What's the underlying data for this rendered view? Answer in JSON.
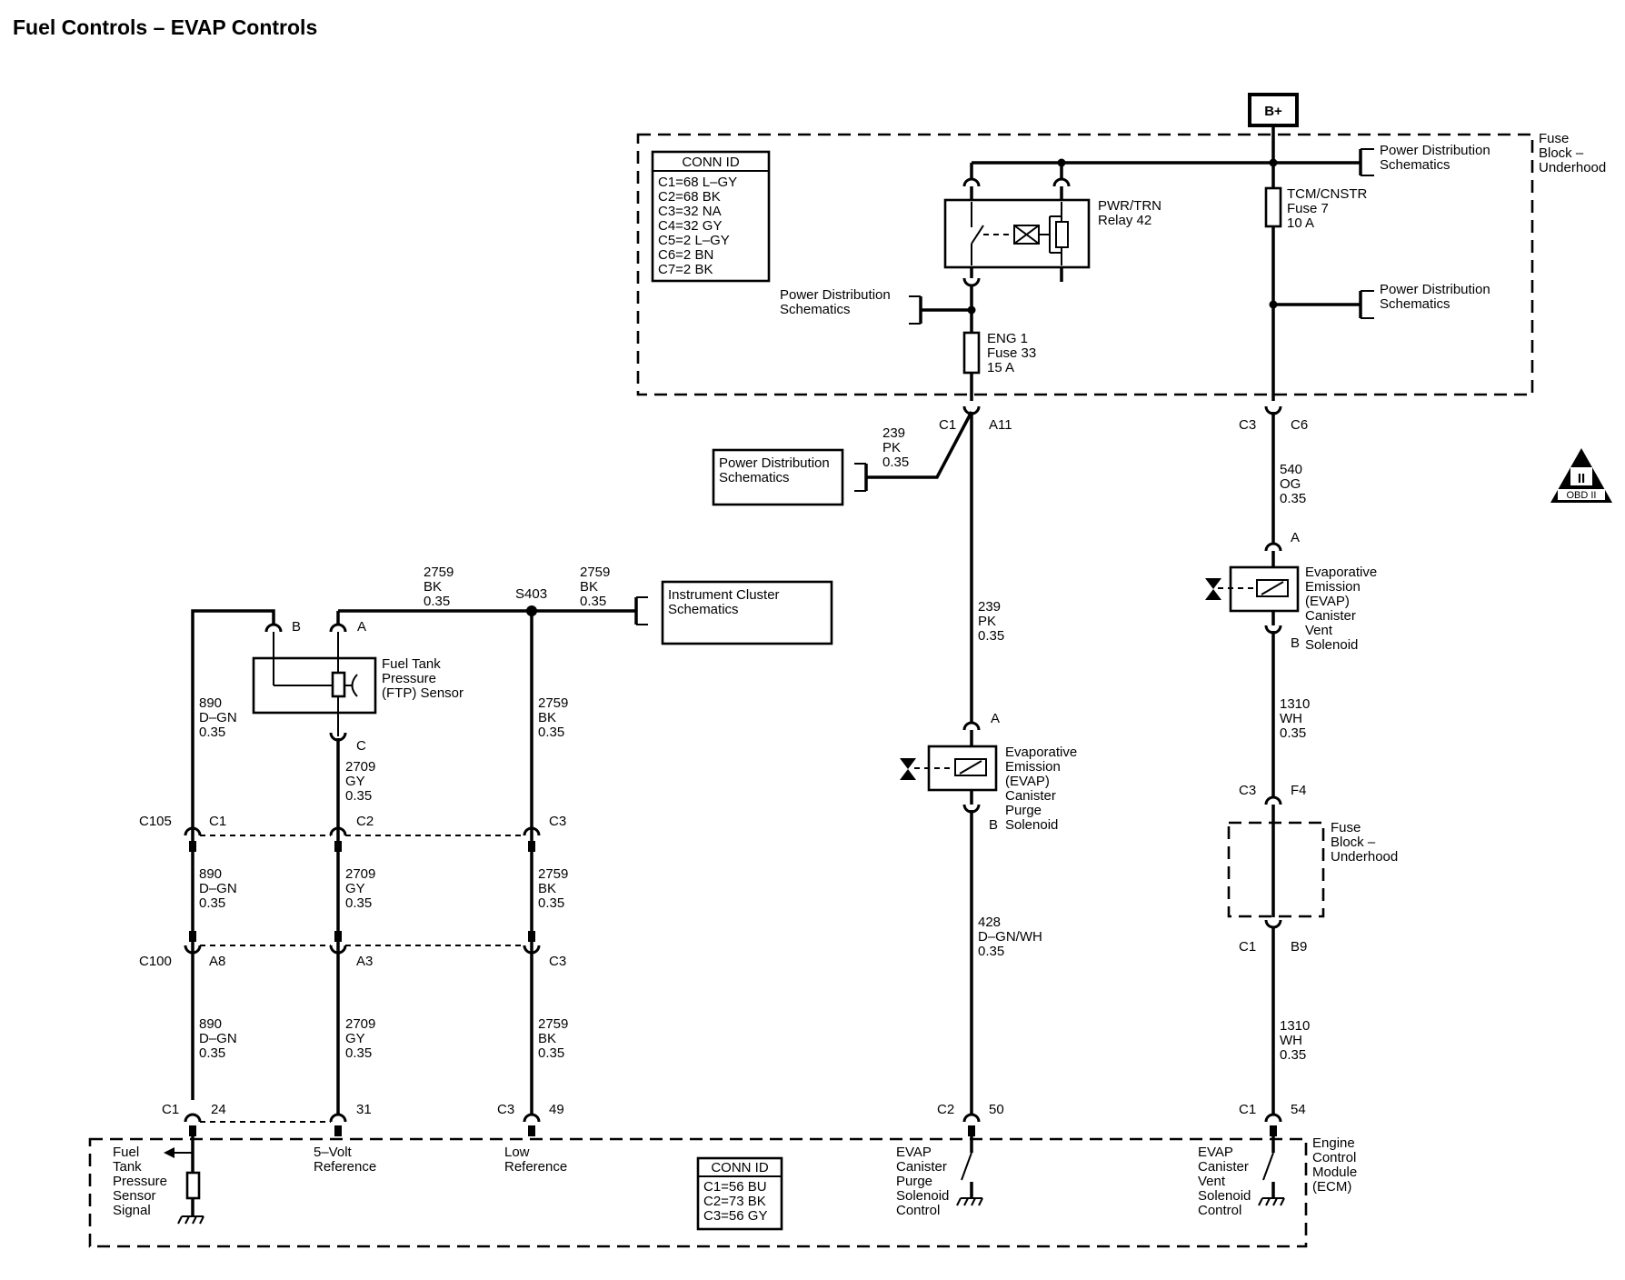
{
  "title": "Fuel Controls – EVAP Controls",
  "supply": "B+",
  "fuse_block_underhood": [
    "Fuse",
    "Block –",
    "Underhood"
  ],
  "fuse_block_underhood_2": [
    "Fuse",
    "Block –",
    "Underhood"
  ],
  "conn_id_top": {
    "header": "CONN ID",
    "rows": [
      "C1=68 L–GY",
      "C2=68 BK",
      "C3=32 NA",
      "C4=32 GY",
      "C5=2 L–GY",
      "C6=2 BN",
      "C7=2 BK"
    ]
  },
  "conn_id_ecm": {
    "header": "CONN ID",
    "rows": [
      "C1=56 BU",
      "C2=73 BK",
      "C3=56 GY"
    ]
  },
  "power_distribution_1": [
    "Power Distribution",
    "Schematics"
  ],
  "power_distribution_2": [
    "Power Distribution",
    "Schematics"
  ],
  "power_distribution_3": [
    "Power Distribution",
    "Schematics"
  ],
  "power_distribution_4": [
    "Power Distribution",
    "Schematics"
  ],
  "instrument_cluster": [
    "Instrument Cluster",
    "Schematics"
  ],
  "relay": [
    "PWR/TRN",
    "Relay 42"
  ],
  "fuse_tcm": [
    "TCM/CNSTR",
    "Fuse 7",
    "10 A"
  ],
  "fuse_eng": [
    "ENG 1",
    "Fuse 33",
    "15 A"
  ],
  "ftp_sensor": [
    "Fuel Tank",
    "Pressure",
    "(FTP) Sensor"
  ],
  "purge_solenoid": [
    "Evaporative",
    "Emission",
    "(EVAP)",
    "Canister",
    "Purge",
    "Solenoid"
  ],
  "vent_solenoid": [
    "Evaporative",
    "Emission",
    "(EVAP)",
    "Canister",
    "Vent",
    "Solenoid"
  ],
  "ecm": [
    "Engine",
    "Control",
    "Module",
    "(ECM)"
  ],
  "ecm_ftp_signal": [
    "Fuel",
    "Tank",
    "Pressure",
    "Sensor",
    "Signal"
  ],
  "ecm_5v_ref": [
    "5–Volt",
    "Reference"
  ],
  "ecm_low_ref": [
    "Low",
    "Reference"
  ],
  "ecm_purge_ctrl": [
    "EVAP",
    "Canister",
    "Purge",
    "Solenoid",
    "Control"
  ],
  "ecm_vent_ctrl": [
    "EVAP",
    "Canister",
    "Vent",
    "Solenoid",
    "Control"
  ],
  "obd_badge": {
    "roman": "II",
    "label": "OBD II"
  },
  "splice": "S403",
  "wires": {
    "w239_top": [
      "239",
      "PK",
      "0.35"
    ],
    "w239_main": [
      "239",
      "PK",
      "0.35"
    ],
    "w540": [
      "540",
      "OG",
      "0.35"
    ],
    "w1310_a": [
      "1310",
      "WH",
      "0.35"
    ],
    "w1310_b": [
      "1310",
      "WH",
      "0.35"
    ],
    "w428": [
      "428",
      "D–GN/WH",
      "0.35"
    ],
    "w2759_a": [
      "2759",
      "BK",
      "0.35"
    ],
    "w2759_b": [
      "2759",
      "BK",
      "0.35"
    ],
    "w2759_c": [
      "2759",
      "BK",
      "0.35"
    ],
    "w2759_d": [
      "2759",
      "BK",
      "0.35"
    ],
    "w2759_e": [
      "2759",
      "BK",
      "0.35"
    ],
    "w890_a": [
      "890",
      "D–GN",
      "0.35"
    ],
    "w890_b": [
      "890",
      "D–GN",
      "0.35"
    ],
    "w890_c": [
      "890",
      "D–GN",
      "0.35"
    ],
    "w2709_a": [
      "2709",
      "GY",
      "0.35"
    ],
    "w2709_b": [
      "2709",
      "GY",
      "0.35"
    ],
    "w2709_c": [
      "2709",
      "GY",
      "0.35"
    ]
  },
  "pins": {
    "eng_c1": "C1",
    "eng_a11": "A11",
    "tcm_c3": "C3",
    "tcm_c6": "C6",
    "vent_a": "A",
    "vent_b": "B",
    "purge_a": "A",
    "purge_b": "B",
    "ftp_b": "B",
    "ftp_a": "A",
    "ftp_c": "C",
    "c105": "C105",
    "c105_c1": "C1",
    "c105_c2": "C2",
    "c105_c3": "C3",
    "c100": "C100",
    "c100_a8": "A8",
    "c100_a3": "A3",
    "c100_c3": "C3",
    "ecm1_c1": "C1",
    "ecm1_24": "24",
    "ecm1_31": "31",
    "ecm3_c3": "C3",
    "ecm3_49": "49",
    "ecm2_c2": "C2",
    "ecm2_50": "50",
    "ecm4_c1": "C1",
    "ecm4_54": "54",
    "fb_c3": "C3",
    "fb_f4": "F4",
    "fb_c1": "C1",
    "fb_b9": "B9"
  }
}
